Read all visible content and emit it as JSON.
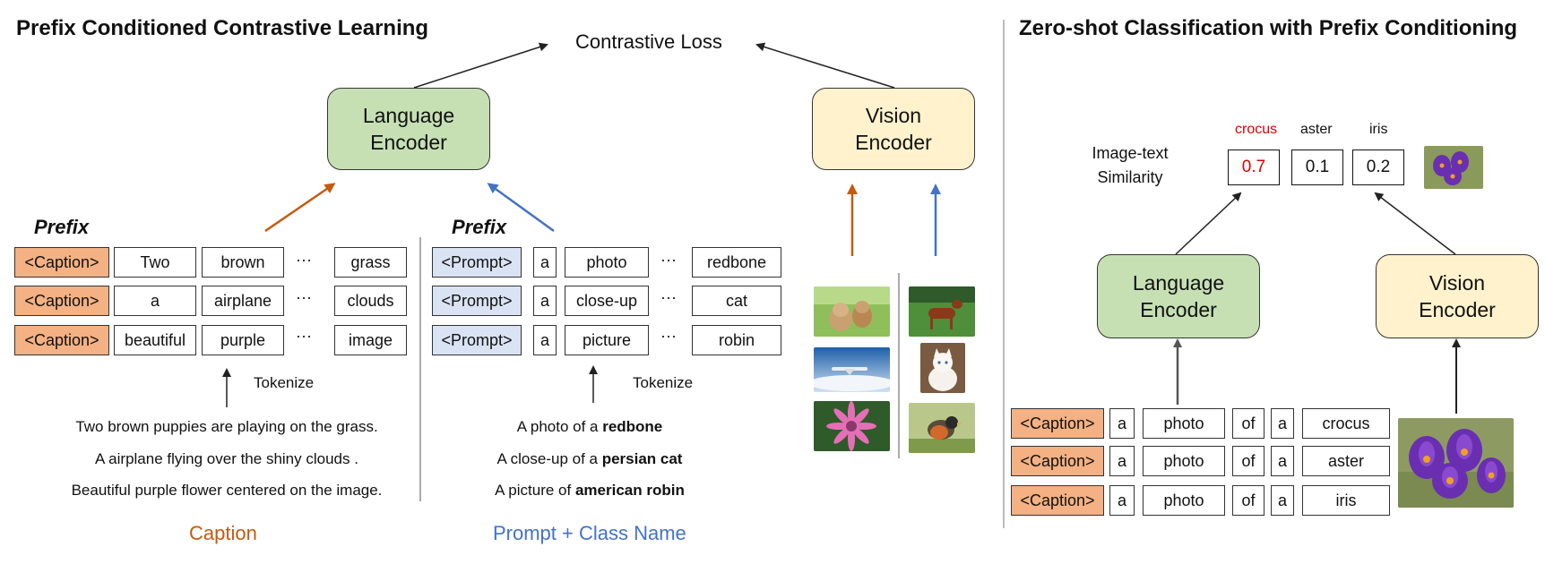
{
  "left": {
    "title": "Prefix Conditioned Contrastive Learning",
    "loss_label": "Contrastive Loss",
    "language_encoder": [
      "Language",
      "Encoder"
    ],
    "vision_encoder": [
      "Vision",
      "Encoder"
    ],
    "caption_block": {
      "prefix_label": "Prefix",
      "rows": [
        {
          "prefix": "<Caption>",
          "tokens": [
            "Two",
            "brown"
          ],
          "dots": "···",
          "last": "grass"
        },
        {
          "prefix": "<Caption>",
          "tokens": [
            "a",
            "airplane"
          ],
          "dots": "···",
          "last": "clouds"
        },
        {
          "prefix": "<Caption>",
          "tokens": [
            "beautiful",
            "purple"
          ],
          "dots": "···",
          "last": "image"
        }
      ],
      "tokenize_label": "Tokenize",
      "sentences": [
        "Two brown puppies are playing on the grass.",
        "A airplane flying over the shiny clouds .",
        "Beautiful purple flower centered on the image."
      ],
      "footer": "Caption",
      "footer_color": "#c55a11"
    },
    "prompt_block": {
      "prefix_label": "Prefix",
      "rows": [
        {
          "prefix": "<Prompt>",
          "tokens": [
            "a",
            "photo"
          ],
          "dots": "···",
          "last": "redbone"
        },
        {
          "prefix": "<Prompt>",
          "tokens": [
            "a",
            "close-up"
          ],
          "dots": "···",
          "last": "cat"
        },
        {
          "prefix": "<Prompt>",
          "tokens": [
            "a",
            "picture"
          ],
          "dots": "···",
          "last": "robin"
        }
      ],
      "tokenize_label": "Tokenize",
      "sentences": [
        {
          "plain": "A photo of a ",
          "bold": "redbone"
        },
        {
          "plain": "A close-up of a ",
          "bold": "persian cat"
        },
        {
          "plain": "A picture of ",
          "bold": "american robin"
        }
      ],
      "footer": "Prompt + Class Name",
      "footer_color": "#4472c4"
    },
    "image_icons": [
      "puppies-photo",
      "airplane-photo",
      "pink-flower-photo",
      "redbone-dog-photo",
      "white-cat-photo",
      "robin-photo"
    ]
  },
  "right": {
    "title": "Zero-shot Classification with Prefix Conditioning",
    "similarity_label": [
      "Image-text",
      "Similarity"
    ],
    "classes": [
      "crocus",
      "aster",
      "iris"
    ],
    "scores": [
      "0.7",
      "0.1",
      "0.2"
    ],
    "highlight_color": "#e00000",
    "language_encoder": [
      "Language",
      "Encoder"
    ],
    "vision_encoder": [
      "Vision",
      "Encoder"
    ],
    "rows": [
      {
        "prefix": "<Caption>",
        "tokens": [
          "a",
          "photo",
          "of",
          "a"
        ],
        "last": "crocus"
      },
      {
        "prefix": "<Caption>",
        "tokens": [
          "a",
          "photo",
          "of",
          "a"
        ],
        "last": "aster"
      },
      {
        "prefix": "<Caption>",
        "tokens": [
          "a",
          "photo",
          "of",
          "a"
        ],
        "last": "iris"
      }
    ],
    "image_icons": [
      "crocus-photo-small",
      "crocus-photo-large"
    ]
  },
  "colors": {
    "caption_prefix": "#f4b183",
    "prompt_prefix": "#dae3f3",
    "language_encoder": "#c6e0b4",
    "vision_encoder": "#fff2cc",
    "orange_arrow": "#c55a11",
    "blue_arrow": "#4472c4"
  }
}
